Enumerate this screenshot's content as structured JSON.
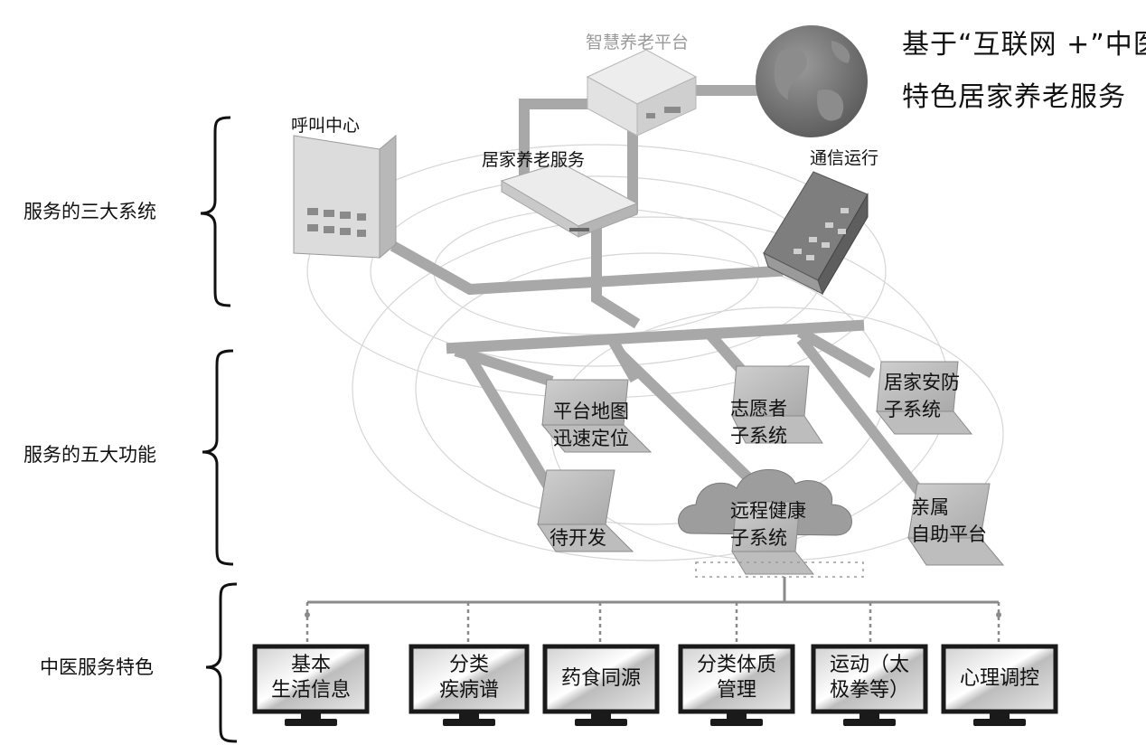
{
  "title": {
    "line1": "基于“互联网 +”中医",
    "line2": "特色居家养老服务"
  },
  "sections": {
    "systems": "服务的三大系统",
    "functions": "服务的五大功能",
    "tcm": "中医服务特色"
  },
  "systems": {
    "platform": "智慧养老平台",
    "call_center": "呼叫中心",
    "home_service": "居家养老服务",
    "communication": "通信运行"
  },
  "functions": {
    "map_line1": "平台地图",
    "map_line2": "迅速定位",
    "volunteer_line1": "志愿者",
    "volunteer_line2": "子系统",
    "security_line1": "居家安防",
    "security_line2": "子系统",
    "todo": "待开发",
    "health_line1": "远程健康",
    "health_line2": "子系统",
    "family_line1": "亲属",
    "family_line2": "自助平台"
  },
  "tcm_features": [
    {
      "line1": "基本",
      "line2": "生活信息"
    },
    {
      "line1": "分类",
      "line2": "疾病谱"
    },
    {
      "line1": "药食同源",
      "line2": ""
    },
    {
      "line1": "分类体质",
      "line2": "管理"
    },
    {
      "line1": "运动（太",
      "line2": "极拳等）"
    },
    {
      "line1": "心理调控",
      "line2": ""
    }
  ],
  "colors": {
    "network_line": "#a8a8a8",
    "device": "#d9d9d9",
    "globe": "#6e6e6e",
    "monitor_frame": "#1a1a1a"
  }
}
